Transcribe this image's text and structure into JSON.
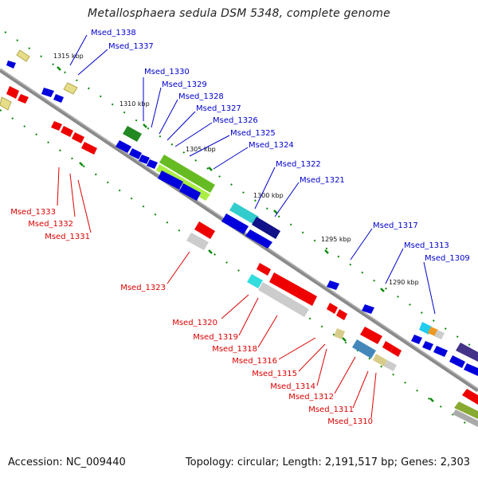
{
  "title": "Metallosphaera sedula DSM 5348, complete genome",
  "footer": {
    "accession": "Accession: NC_009440",
    "summary": "Topology: circular; Length: 2,191,517 bp; Genes: 2,303"
  },
  "scale_ticks": [
    "1315 kbp",
    "1310 kbp",
    "1305 kbp",
    "1300 kbp",
    "1295 kbp",
    "1290 kbp"
  ],
  "colors": {
    "forward_gene_label": "#0000cc",
    "reverse_gene_label": "#dd0000",
    "backbone": "#888888",
    "tick": "#008800"
  },
  "genes_top": [
    "Msed_1338",
    "Msed_1337",
    "Msed_1330",
    "Msed_1329",
    "Msed_1328",
    "Msed_1327",
    "Msed_1326",
    "Msed_1325",
    "Msed_1324",
    "Msed_1322",
    "Msed_1321",
    "Msed_1317",
    "Msed_1313",
    "Msed_1309"
  ],
  "genes_bottom": [
    "Msed_1333",
    "Msed_1332",
    "Msed_1331",
    "Msed_1323",
    "Msed_1320",
    "Msed_1319",
    "Msed_1318",
    "Msed_1316",
    "Msed_1315",
    "Msed_1314",
    "Msed_1312",
    "Msed_1311",
    "Msed_1310"
  ]
}
